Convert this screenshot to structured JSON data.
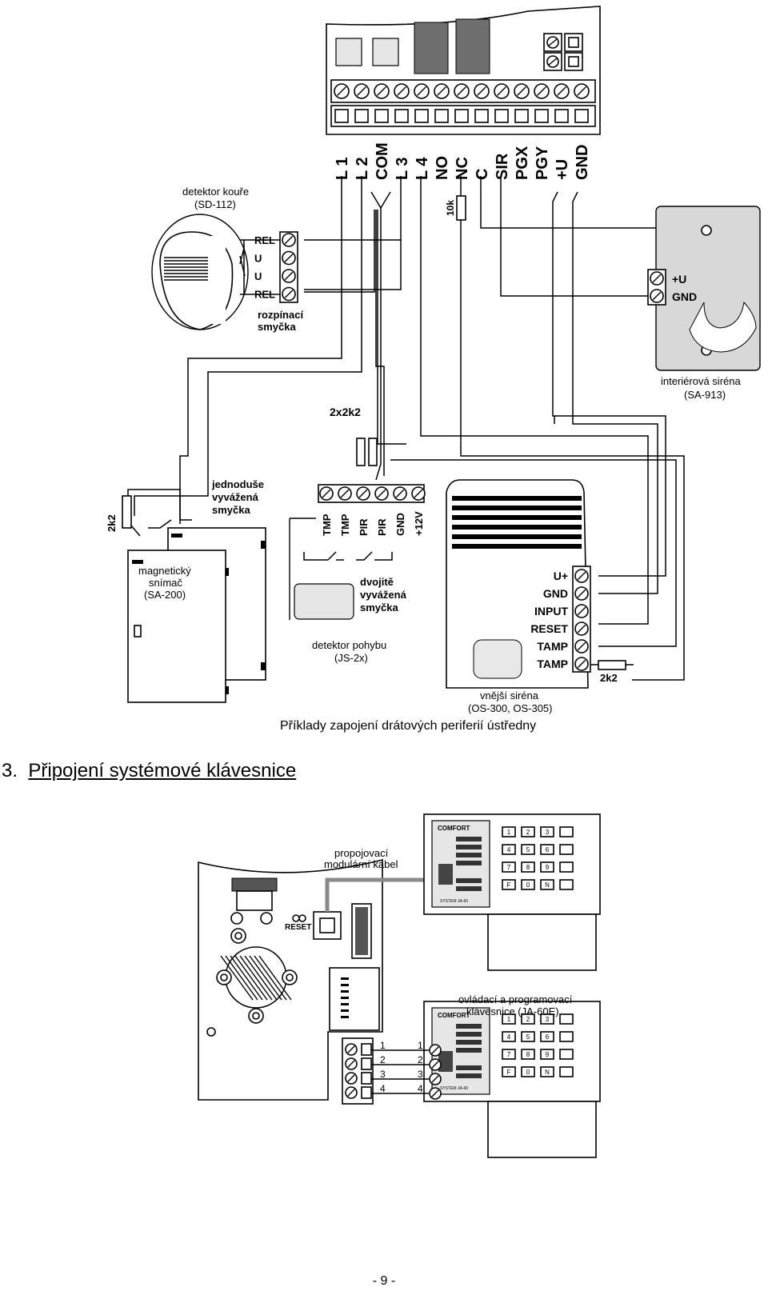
{
  "top_diagram": {
    "terminal_labels": [
      "L 1",
      "L 2",
      "COM",
      "L 3",
      "L 4",
      "NO",
      "NC",
      "C",
      "SIR",
      "PGX",
      "PGY",
      "+U",
      "GND"
    ],
    "resistor_10k": "10k",
    "smoke_detector": {
      "name": "detektor kouře",
      "model": "(SD-112)",
      "terminals": [
        "REL",
        "U",
        "U",
        "REL"
      ],
      "loop_line1": "rozpínací",
      "loop_line2": "smyčka"
    },
    "interior_siren": {
      "terminals": [
        "+U",
        "GND"
      ],
      "name": "interiérová siréna",
      "model": "(SA-913)"
    },
    "resistors_label": "2x2k2",
    "pir_terminals": [
      "TMP",
      "TMP",
      "PIR",
      "PIR",
      "GND",
      "+12V"
    ],
    "single_loop": [
      "jednoduše",
      "vyvážená",
      "smyčka"
    ],
    "resistor_2k2_left": "2k2",
    "magnetic": {
      "name": "magnetický",
      "name2": "snímač",
      "model": "(SA-200)"
    },
    "double_loop": [
      "dvojitě",
      "vyvážená",
      "smyčka"
    ],
    "motion_detector": {
      "name": "detektor pohybu",
      "model": "(JS-2x)"
    },
    "outdoor_siren": {
      "terminals": [
        "U+",
        "GND",
        "INPUT",
        "RESET",
        "TAMP",
        "TAMP"
      ],
      "resistor": "2k2",
      "name": "vnější siréna",
      "model": "(OS-300, OS-305)"
    },
    "caption": "Příklady zapojení drátových periferií ústředny"
  },
  "section": {
    "number": "3.",
    "title": "Připojení systémové klávesnice"
  },
  "bottom_diagram": {
    "cable_label_line1": "propojovací",
    "cable_label_line2": "modulární kabel",
    "reset_label": "RESET",
    "keypad_brand": "COMFORT",
    "keypad_model": "SYSTEM JA-60",
    "keypad_label_line1": "ovládací a programovací",
    "keypad_label_line2": "klávesnice (JA-60E)",
    "keys": [
      "1",
      "2",
      "3",
      "",
      "4",
      "5",
      "6",
      "",
      "7",
      "8",
      "9",
      "",
      "F",
      "0",
      "N",
      ""
    ],
    "terminal_numbers": [
      "1",
      "2",
      "3",
      "4"
    ]
  },
  "footer": {
    "page_number": "- 9 -"
  }
}
